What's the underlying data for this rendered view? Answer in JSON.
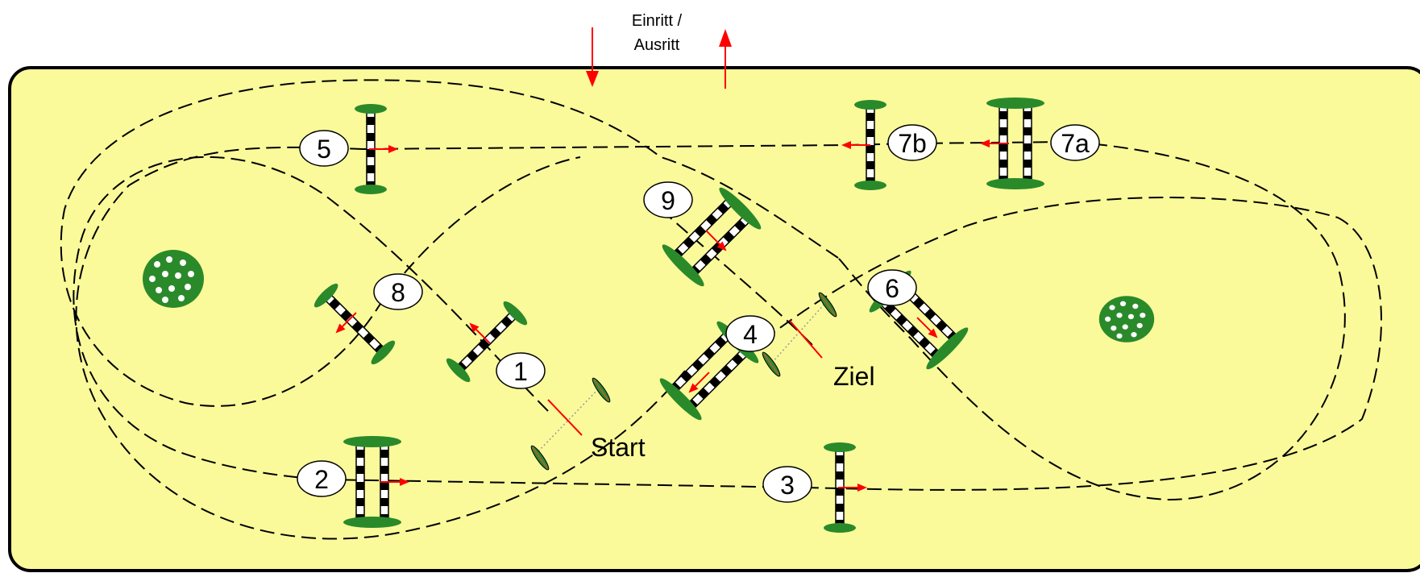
{
  "entrance": {
    "line1": "Einritt /",
    "line2": "Ausritt"
  },
  "labels": {
    "start": "Start",
    "finish": "Ziel"
  },
  "obstacles": [
    {
      "id": "1",
      "label": "1"
    },
    {
      "id": "2",
      "label": "2"
    },
    {
      "id": "3",
      "label": "3"
    },
    {
      "id": "4",
      "label": "4"
    },
    {
      "id": "5",
      "label": "5"
    },
    {
      "id": "6",
      "label": "6"
    },
    {
      "id": "7a",
      "label": "7a"
    },
    {
      "id": "7b",
      "label": "7b"
    },
    {
      "id": "8",
      "label": "8"
    },
    {
      "id": "9",
      "label": "9"
    }
  ],
  "colors": {
    "arena_fill": "#fafa9b",
    "arena_border": "#000000",
    "arrow": "#ff0000",
    "bush": "#2a8a2a",
    "pole_dark": "#000000",
    "pole_light": "#ffffff"
  }
}
